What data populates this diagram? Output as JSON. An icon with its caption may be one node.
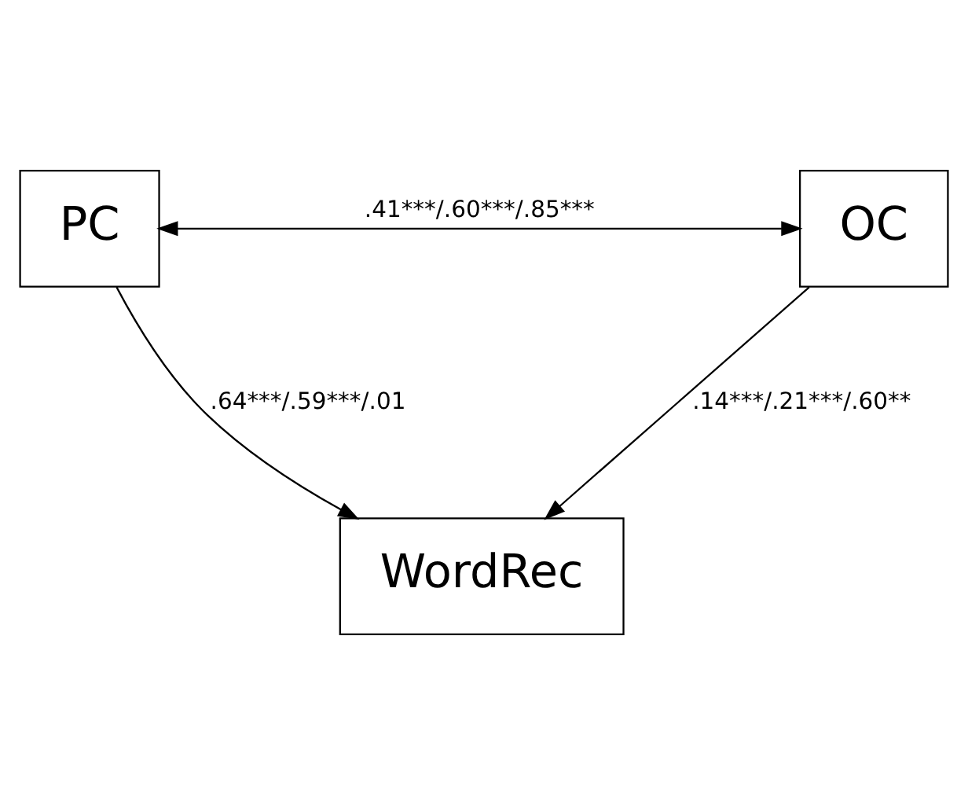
{
  "diagram": {
    "nodes": [
      {
        "text": [
          "PC"
        ]
      },
      {
        "text": [
          "OC"
        ]
      },
      {
        "text": [
          "WordRec"
        ]
      }
    ],
    "edges": [
      {
        "from": 0,
        "to": 1,
        "arrow": "both",
        "label": ".41***/.60***/.85***"
      },
      {
        "from": 0,
        "to": 2,
        "arrow": "to",
        "label": ".64***/.59***/.01"
      },
      {
        "from": 1,
        "to": 2,
        "arrow": "to",
        "label": ".14***/.21***/.60**"
      }
    ]
  }
}
